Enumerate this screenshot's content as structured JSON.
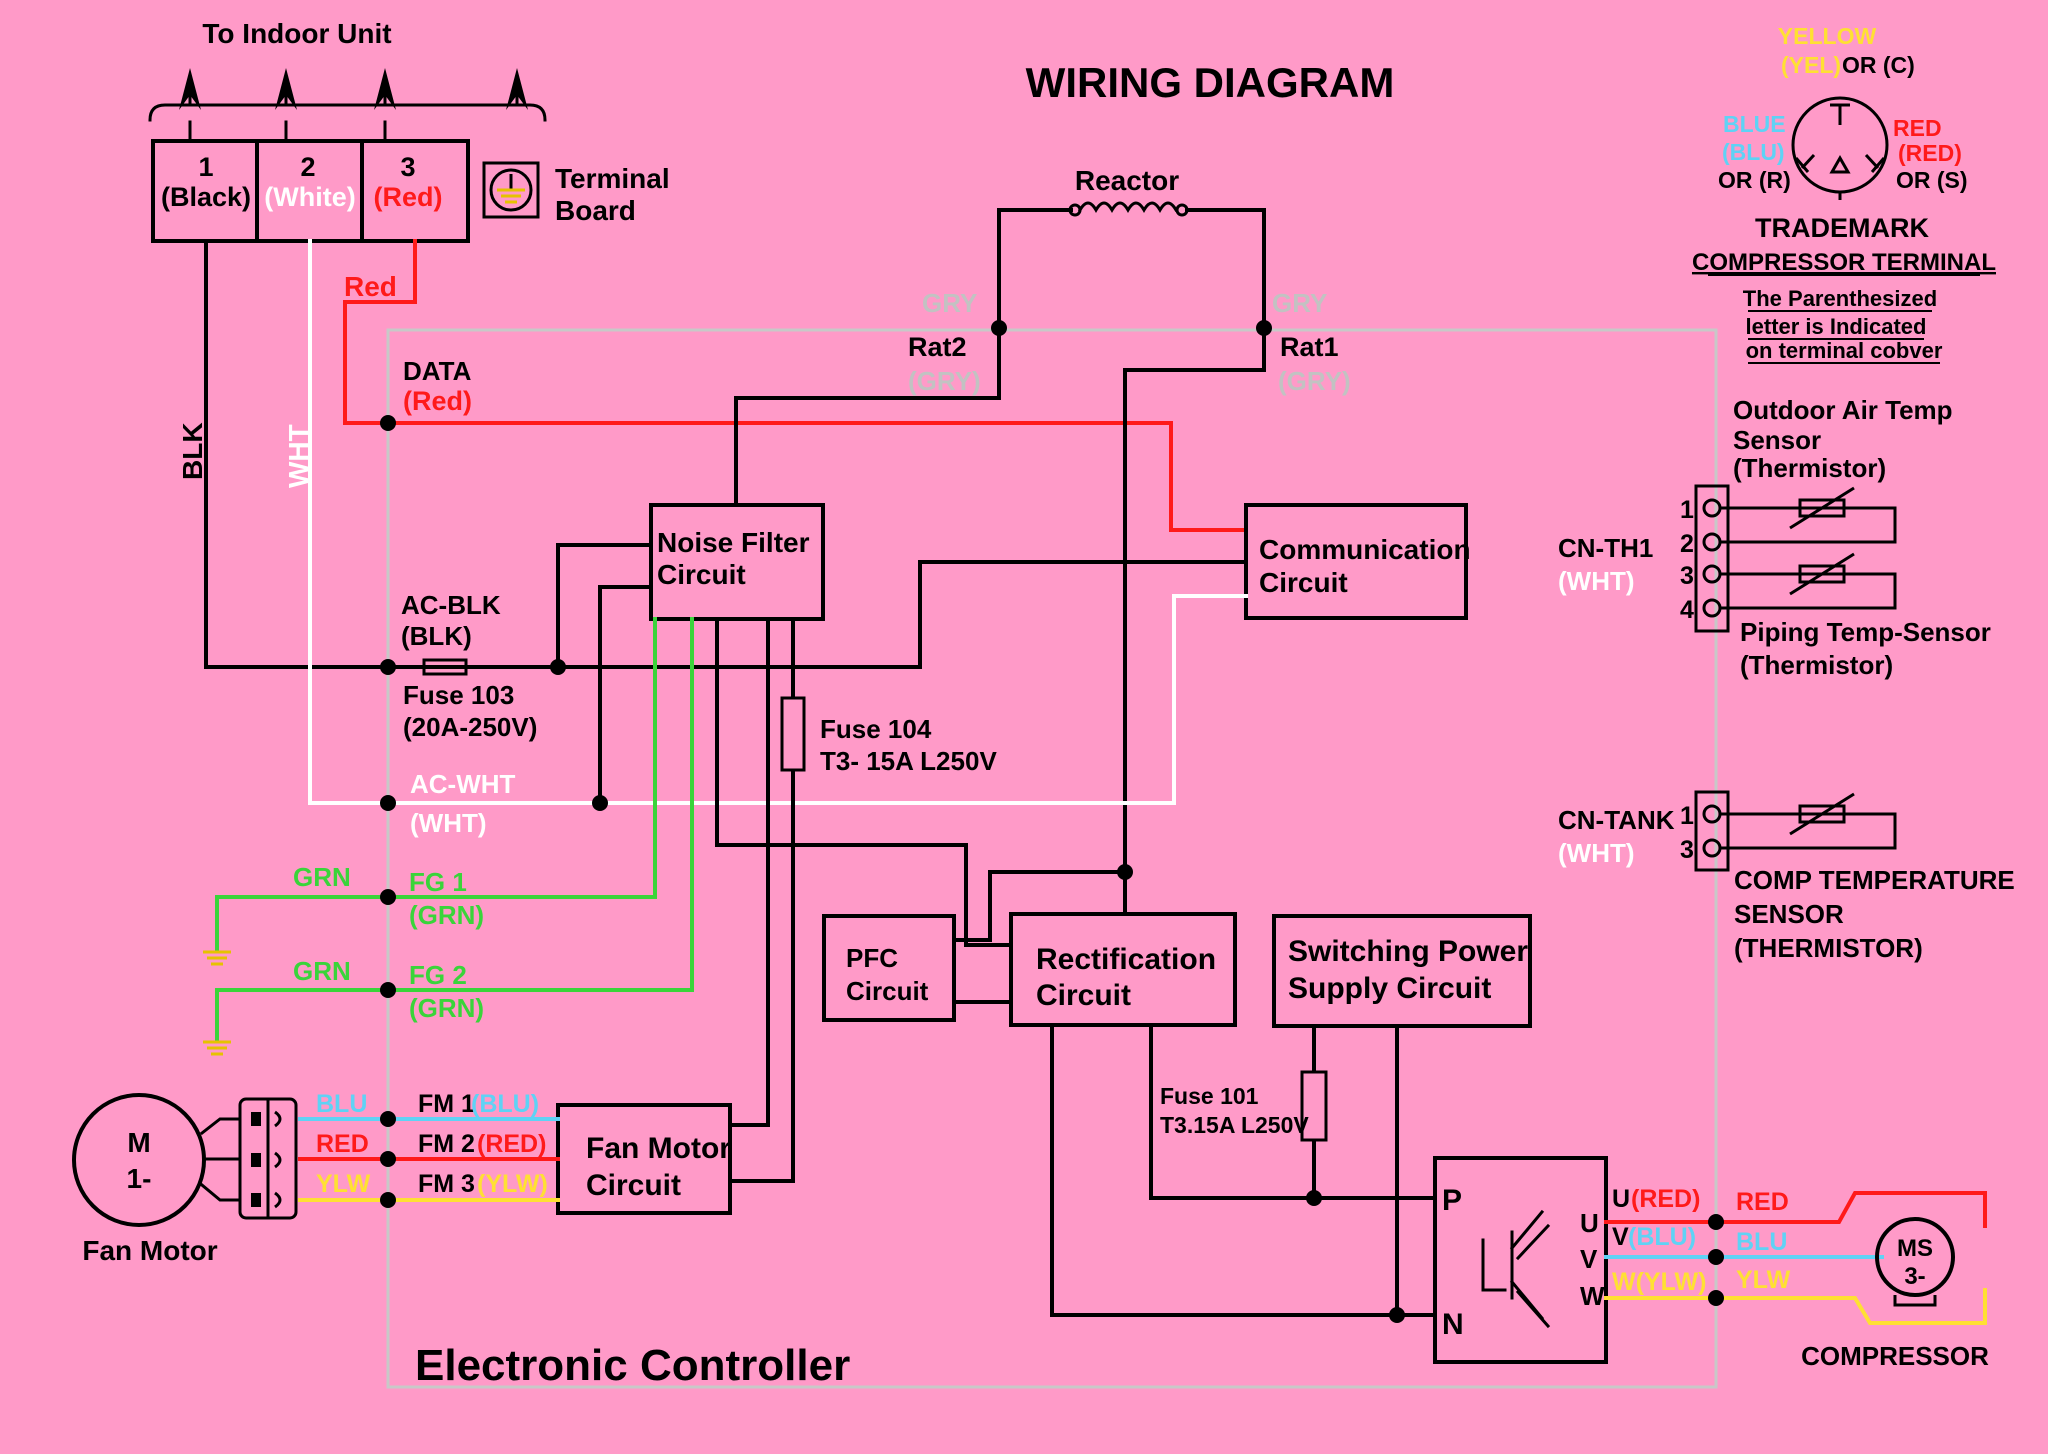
{
  "title": "WIRING DIAGRAM",
  "colors": {
    "background": "#ff9ac8",
    "red_wire": "#ff1a1a",
    "white_wire": "#ffffff",
    "green_wire": "#3ad43a",
    "blue_wire": "#5fd2f5",
    "yellow_wire": "#ffe033",
    "gray_label": "#c2c2c2",
    "board_outline": "#c8c8c8"
  },
  "indoor": {
    "to_indoor_unit": "To Indoor Unit",
    "terminal_board": [
      "Terminal",
      "Board"
    ],
    "t1_num": "1",
    "t1_color": "(Black)",
    "t2_num": "2",
    "t2_color": "(White)",
    "t3_num": "3",
    "t3_color": "(Red)",
    "ground_icon": "earth-ground-icon"
  },
  "wires": {
    "blk": "BLK",
    "wht": "WHT",
    "red": "Red",
    "grn1": "GRN",
    "grn2": "GRN"
  },
  "board": {
    "label": "Electronic Controller",
    "data": "DATA",
    "data_color": "(Red)",
    "ac_blk": "AC-BLK",
    "ac_blk_color": "(BLK)",
    "fuse103": "Fuse 103",
    "fuse103_rating": "(20A-250V)",
    "ac_wht": "AC-WHT",
    "ac_wht_color": "(WHT)",
    "fg1": "FG 1",
    "fg1_color": "(GRN)",
    "fg2": "FG 2",
    "fg2_color": "(GRN)",
    "fm1": "FM 1",
    "fm1_color": "(BLU)",
    "fm2": "FM 2",
    "fm2_color": "(RED)",
    "fm3": "FM 3",
    "fm3_color": "(YLW)",
    "rat2": "Rat2",
    "rat2_color": "(GRY)",
    "rat1": "Rat1",
    "rat1_color": "(GRY)",
    "gry_left": "GRY",
    "gry_right": "GRY",
    "fuse104": "Fuse 104",
    "fuse104_rating": "T3- 15A L250V",
    "fuse101": "Fuse 101",
    "fuse101_rating": "T3.15A L250V"
  },
  "reactor": "Reactor",
  "blocks": {
    "noise_filter": [
      "Noise Filter",
      "Circuit"
    ],
    "communication": [
      "Communication",
      "Circuit"
    ],
    "pfc": [
      "PFC",
      "Circuit"
    ],
    "rectification": [
      "Rectification",
      "Circuit"
    ],
    "switching": [
      "Switching Power",
      "Supply Circuit"
    ],
    "fan_motor_circuit": [
      "Fan Motor",
      "Circuit"
    ]
  },
  "fan_motor": {
    "m": "M",
    "phase": "1-",
    "label": "Fan Motor",
    "blu": "BLU",
    "red": "RED",
    "ylw": "YLW"
  },
  "ipm": {
    "p": "P",
    "n": "N",
    "u": "U",
    "v": "V",
    "w": "W",
    "u_out": "U",
    "u_out_color": "(RED)",
    "v_out": "V",
    "v_out_color": "(BLU)",
    "w_out": "W(YLW)"
  },
  "compressor": {
    "ms": "MS",
    "phase": "3-",
    "label": "COMPRESSOR",
    "red": "RED",
    "blu": "BLU",
    "ylw": "YLW"
  },
  "sensors": {
    "cn_th1": "CN-TH1",
    "cn_th1_color": "(WHT)",
    "pins_th1": [
      "1",
      "2",
      "3",
      "4"
    ],
    "outdoor_air": [
      "Outdoor Air Temp",
      "Sensor",
      "(Thermistor)"
    ],
    "piping": [
      "Piping Temp-Sensor",
      "(Thermistor)"
    ],
    "cn_tank": "CN-TANK",
    "cn_tank_color": "(WHT)",
    "pins_tank": [
      "1",
      "3"
    ],
    "comp_temp": [
      "COMP TEMPERATURE",
      "SENSOR",
      "(THERMISTOR)"
    ]
  },
  "trademark": {
    "yellow": "YELLOW",
    "yel": "(YEL)",
    "or_c": "OR (C)",
    "blue": "BLUE",
    "blu": "(BLU)",
    "or_r": "OR (R)",
    "red": "RED",
    "red_p": "(RED)",
    "or_s": "OR (S)",
    "title": "TRADEMARK",
    "subtitle": "COMPRESSOR TERMINAL",
    "note": [
      "The Parenthesized",
      "letter is Indicated",
      "on terminal cobver"
    ]
  }
}
